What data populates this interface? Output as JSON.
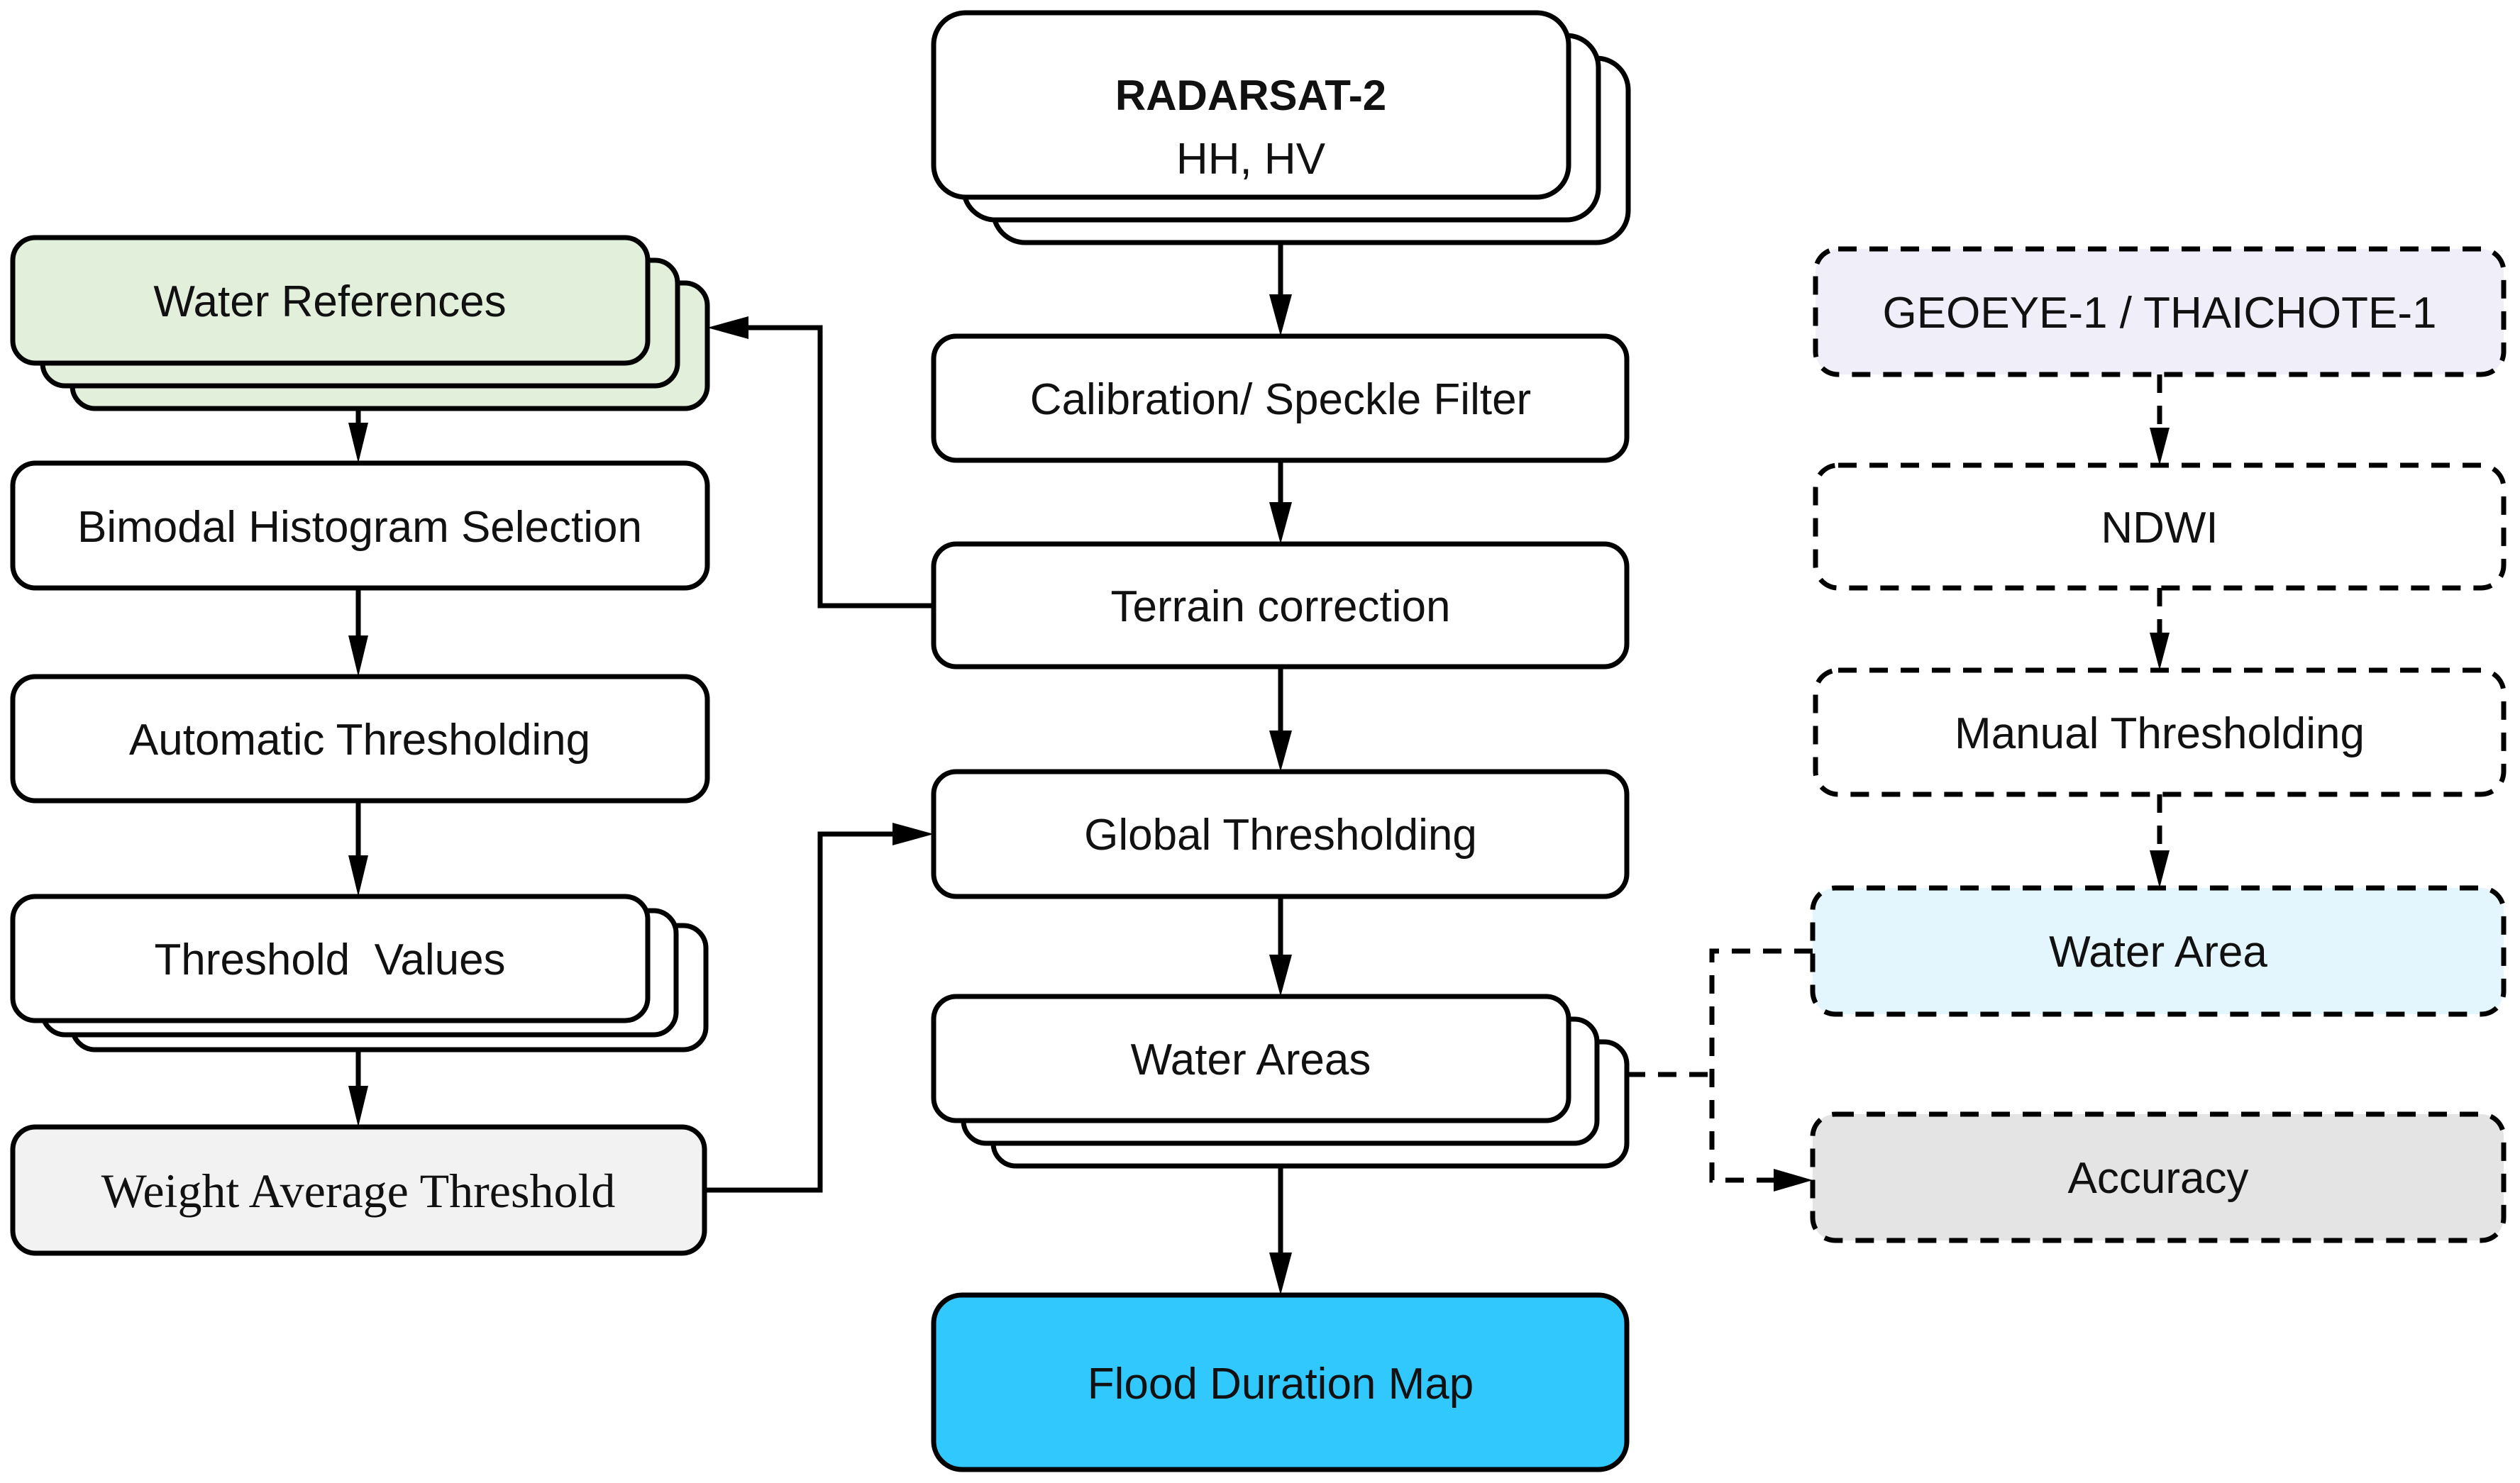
{
  "diagram": {
    "type": "flowchart",
    "center_column": {
      "radarsat": {
        "title": "RADARSAT-2",
        "subtitle": "HH, HV"
      },
      "calibration": "Calibration/ Speckle Filter",
      "terrain": "Terrain correction",
      "global_thresholding": "Global Thresholding",
      "water_areas": "Water Areas",
      "flood_map": "Flood Duration Map"
    },
    "left_column": {
      "water_references": "Water References",
      "bimodal": "Bimodal Histogram Selection",
      "automatic": "Automatic Thresholding",
      "threshold_values": "Threshold  Values",
      "weight_average": "Weight Average Threshold"
    },
    "right_column": {
      "geoeye": "GEOEYE-1 / THAICHOTE-1",
      "ndwi": "NDWI",
      "manual": "Manual Thresholding",
      "water_area": "Water Area",
      "accuracy": "Accuracy"
    },
    "colors": {
      "water_references_fill": "#e2efda",
      "weight_average_fill": "#f2f2f2",
      "geoeye_fill": "#f0eef9",
      "water_area_fill": "#e4f6fd",
      "accuracy_fill": "#e4e4e4",
      "flood_map_fill": "#31c8fe",
      "default_fill": "#ffffff",
      "stroke": "#000000"
    },
    "edges": [
      {
        "from": "RADARSAT-2",
        "to": "Calibration/ Speckle Filter",
        "style": "solid"
      },
      {
        "from": "Calibration/ Speckle Filter",
        "to": "Terrain correction",
        "style": "solid"
      },
      {
        "from": "Terrain correction",
        "to": "Water References",
        "style": "solid"
      },
      {
        "from": "Terrain correction",
        "to": "Global Thresholding",
        "style": "solid"
      },
      {
        "from": "Water References",
        "to": "Bimodal Histogram Selection",
        "style": "solid"
      },
      {
        "from": "Bimodal Histogram Selection",
        "to": "Automatic Thresholding",
        "style": "solid"
      },
      {
        "from": "Automatic Thresholding",
        "to": "Threshold Values",
        "style": "solid"
      },
      {
        "from": "Threshold Values",
        "to": "Weight Average Threshold",
        "style": "solid"
      },
      {
        "from": "Weight Average Threshold",
        "to": "Global Thresholding",
        "style": "solid"
      },
      {
        "from": "Global Thresholding",
        "to": "Water Areas",
        "style": "solid"
      },
      {
        "from": "Water Areas",
        "to": "Flood Duration Map",
        "style": "solid"
      },
      {
        "from": "GEOEYE-1 / THAICHOTE-1",
        "to": "NDWI",
        "style": "dashed"
      },
      {
        "from": "NDWI",
        "to": "Manual Thresholding",
        "style": "dashed"
      },
      {
        "from": "Manual Thresholding",
        "to": "Water Area",
        "style": "dashed"
      },
      {
        "from": "Water Area",
        "to": "Accuracy",
        "style": "dashed"
      },
      {
        "from": "Water Areas",
        "to": "Accuracy",
        "style": "dashed"
      }
    ]
  }
}
